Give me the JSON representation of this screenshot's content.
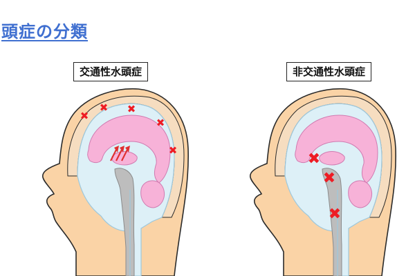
{
  "page": {
    "title": "頭症の分類"
  },
  "panels": [
    {
      "label": "交通性水頭症",
      "obstruction_marks": 5,
      "csf_flow_arrows": 3
    },
    {
      "label": "非交通性水頭症",
      "obstruction_marks": 3,
      "csf_flow_arrows": 0
    }
  ],
  "colors": {
    "title": "#3f6fd0",
    "skin": "#fad3a6",
    "skin_outline": "#2a2a2a",
    "skull_band": "#f6ddc0",
    "csf": "#ddf0f7",
    "csf_outline": "#9ec8dc",
    "ventricle": "#f7b2d8",
    "brainstem": "#bdbdbd",
    "mark": "#ee1c24",
    "arrow": "#e03030"
  }
}
